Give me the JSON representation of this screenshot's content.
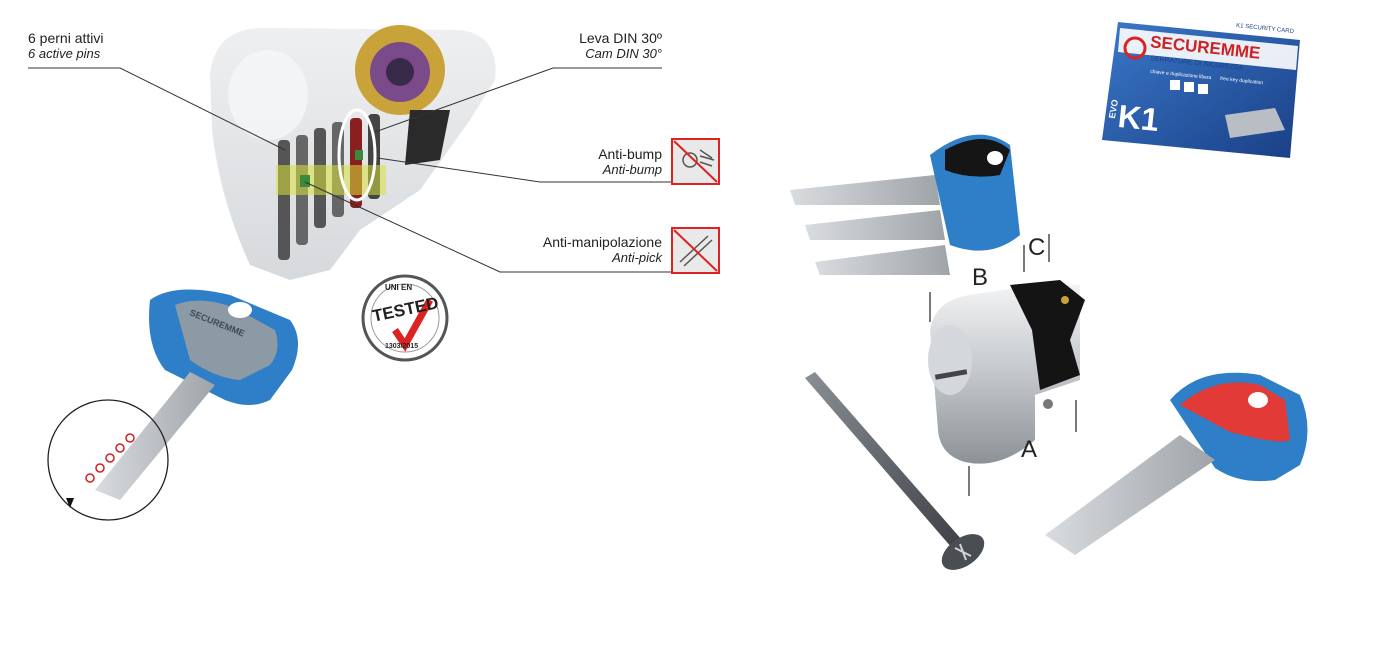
{
  "callouts": {
    "pins": {
      "title": "6 perni attivi",
      "subtitle": "6 active pins"
    },
    "cam": {
      "title": "Leva DIN 30º",
      "subtitle": "Cam DIN 30°"
    },
    "bump": {
      "title": "Anti-bump",
      "subtitle": "Anti-bump"
    },
    "pick": {
      "title": "Anti-manipolazione",
      "subtitle": "Anti-pick"
    }
  },
  "badge": {
    "top": "UNI EN",
    "main": "TESTED",
    "bottom": "1303/2015"
  },
  "card": {
    "brand": "SECUREMME",
    "tagline": "SERRATURE DI SICUREZZA",
    "line1": "chiave e duplicazione libera",
    "line2": "free key duplication",
    "corner": "K1 SECURITY CARD",
    "model": "K1",
    "evo": "EVO"
  },
  "key_brand": "SECUREMME",
  "dimensions": {
    "a": "A",
    "b": "B",
    "c": "C"
  },
  "colors": {
    "key_blue": "#2f7fc8",
    "key_red": "#e23a36",
    "brass": "#c9a23a",
    "steel": "#b9bec4"
  }
}
